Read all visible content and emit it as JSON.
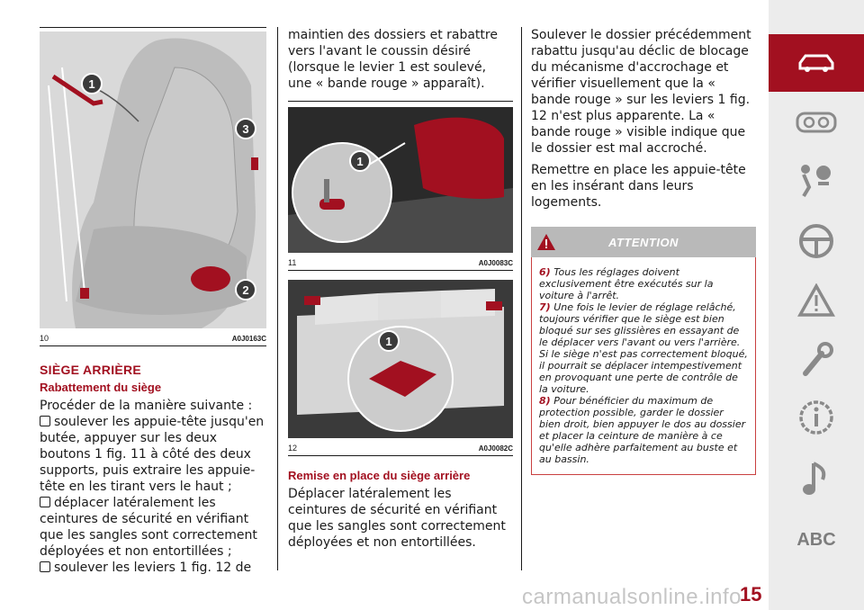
{
  "figures": {
    "fig10": {
      "number": "10",
      "code": "A0J0163C",
      "callouts": [
        "1",
        "2",
        "3"
      ]
    },
    "fig11": {
      "number": "11",
      "code": "A0J0083C",
      "callouts": [
        "1"
      ]
    },
    "fig12": {
      "number": "12",
      "code": "A0J0082C",
      "callouts": [
        "1"
      ]
    }
  },
  "section": {
    "title": "SIÈGE ARRIÈRE",
    "sub1": "Rabattement du siège",
    "intro": "Procéder de la manière suivante :",
    "step1": "soulever les appuie-tête jusqu'en butée, appuyer sur les deux boutons 1 fig. 11 à côté des deux supports, puis extraire les appuie-tête en les tirant vers le haut ;",
    "step2": "déplacer latéralement les ceintures de sécurité en vérifiant que les sangles sont correctement déployées et non entortillées ;",
    "step3": "soulever les leviers 1 fig. 12 de",
    "col2_text": "maintien des dossiers et rabattre vers l'avant le coussin désiré (lorsque le levier 1 est soulevé, une « bande rouge » apparaît).",
    "sub2": "Remise en place du siège arrière",
    "sub2_text": "Déplacer latéralement les ceintures de sécurité en vérifiant que les sangles sont correctement déployées et non entortillées.",
    "col3_p1": "Soulever le dossier précédemment rabattu jusqu'au déclic de blocage du mécanisme d'accrochage et vérifier visuellement que la « bande rouge » sur les leviers 1 fig. 12 n'est plus apparente. La « bande rouge » visible indique que le dossier est mal accroché.",
    "col3_p2": "Remettre en place les appuie-tête en les insérant dans leurs logements."
  },
  "attention": {
    "title": "ATTENTION",
    "n6": "6)",
    "t6": "Tous les réglages doivent exclusivement être exécutés sur la voiture à l'arrêt.",
    "n7": "7)",
    "t7": "Une fois le levier de réglage relâché, toujours vérifier que le siège est bien bloqué sur ses glissières en essayant de le déplacer vers l'avant ou vers l'arrière. Si le siège n'est pas correctement bloqué, il pourrait se déplacer intempestivement en provoquant une perte de contrôle de la voiture.",
    "n8": "8)",
    "t8": "Pour bénéficier du maximum de protection possible, garder le dossier bien droit, bien appuyer le dos au dossier et placer la ceinture de manière à ce qu'elle adhère parfaitement au buste et au bassin."
  },
  "sidebar": {
    "items": [
      "car-icon",
      "dashboard-icon",
      "airbag-icon",
      "steering-wheel-icon",
      "warning-icon",
      "wrench-icon",
      "info-icon",
      "music-note-icon"
    ],
    "abc": "ABC",
    "active_color": "#a21020"
  },
  "page_number": "15",
  "watermark": "carmanualsonline.info"
}
